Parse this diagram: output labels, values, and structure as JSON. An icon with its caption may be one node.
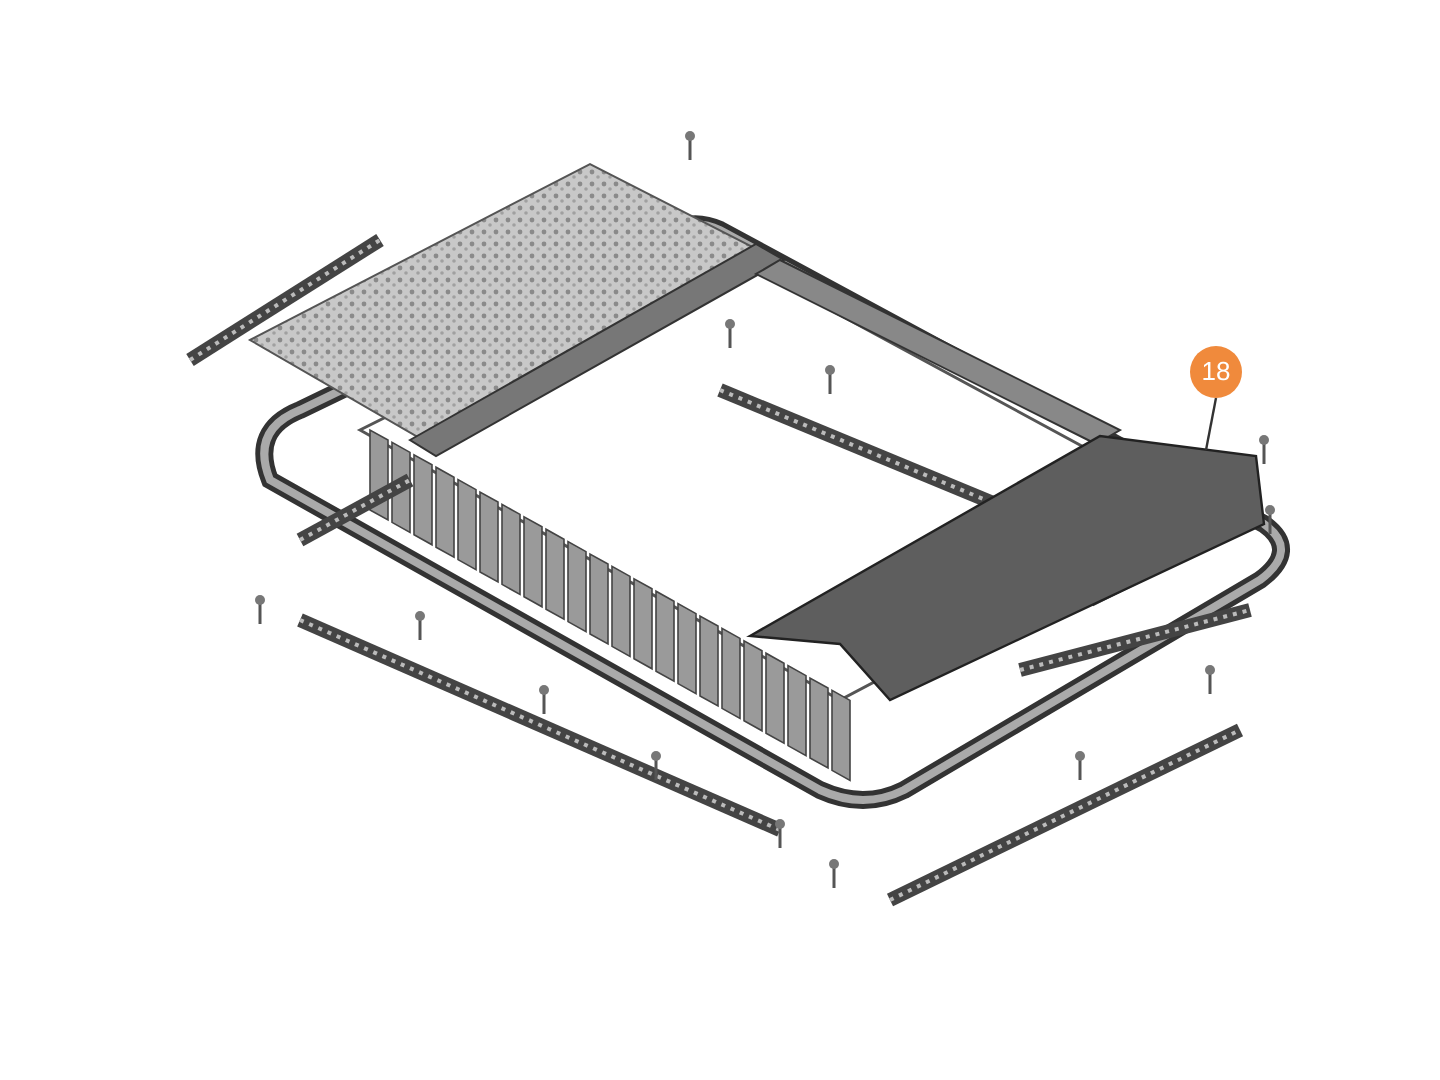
{
  "diagram": {
    "nodes": [
      {
        "text": [
          "18"
        ]
      },
      {
        "text": [],
        "shape": "picture"
      }
    ],
    "edges": [
      {
        "from": 0,
        "to": 1,
        "arrow": "none"
      }
    ]
  }
}
